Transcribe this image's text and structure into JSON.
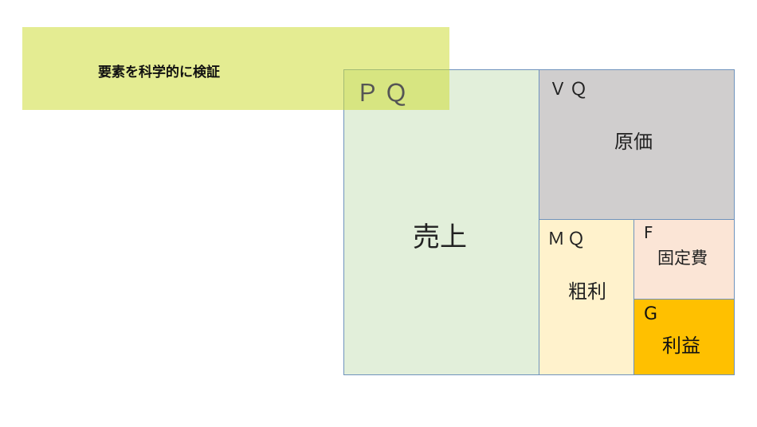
{
  "banner": {
    "text": "要素を科学的に検証"
  },
  "boxes": {
    "pq": {
      "code": "ＰＱ",
      "label": "売上"
    },
    "vq": {
      "code": "ＶＱ",
      "label": "原価"
    },
    "mq": {
      "code": "ＭＱ",
      "label": "粗利"
    },
    "f": {
      "code": "F",
      "label": "固定費"
    },
    "g": {
      "code": "G",
      "label": "利益"
    }
  },
  "colors": {
    "pq": "#e2efda",
    "vq": "#d0cece",
    "mq": "#fff2cc",
    "f": "#fbe5d6",
    "g": "#ffc000",
    "banner": "#e3ec92"
  }
}
